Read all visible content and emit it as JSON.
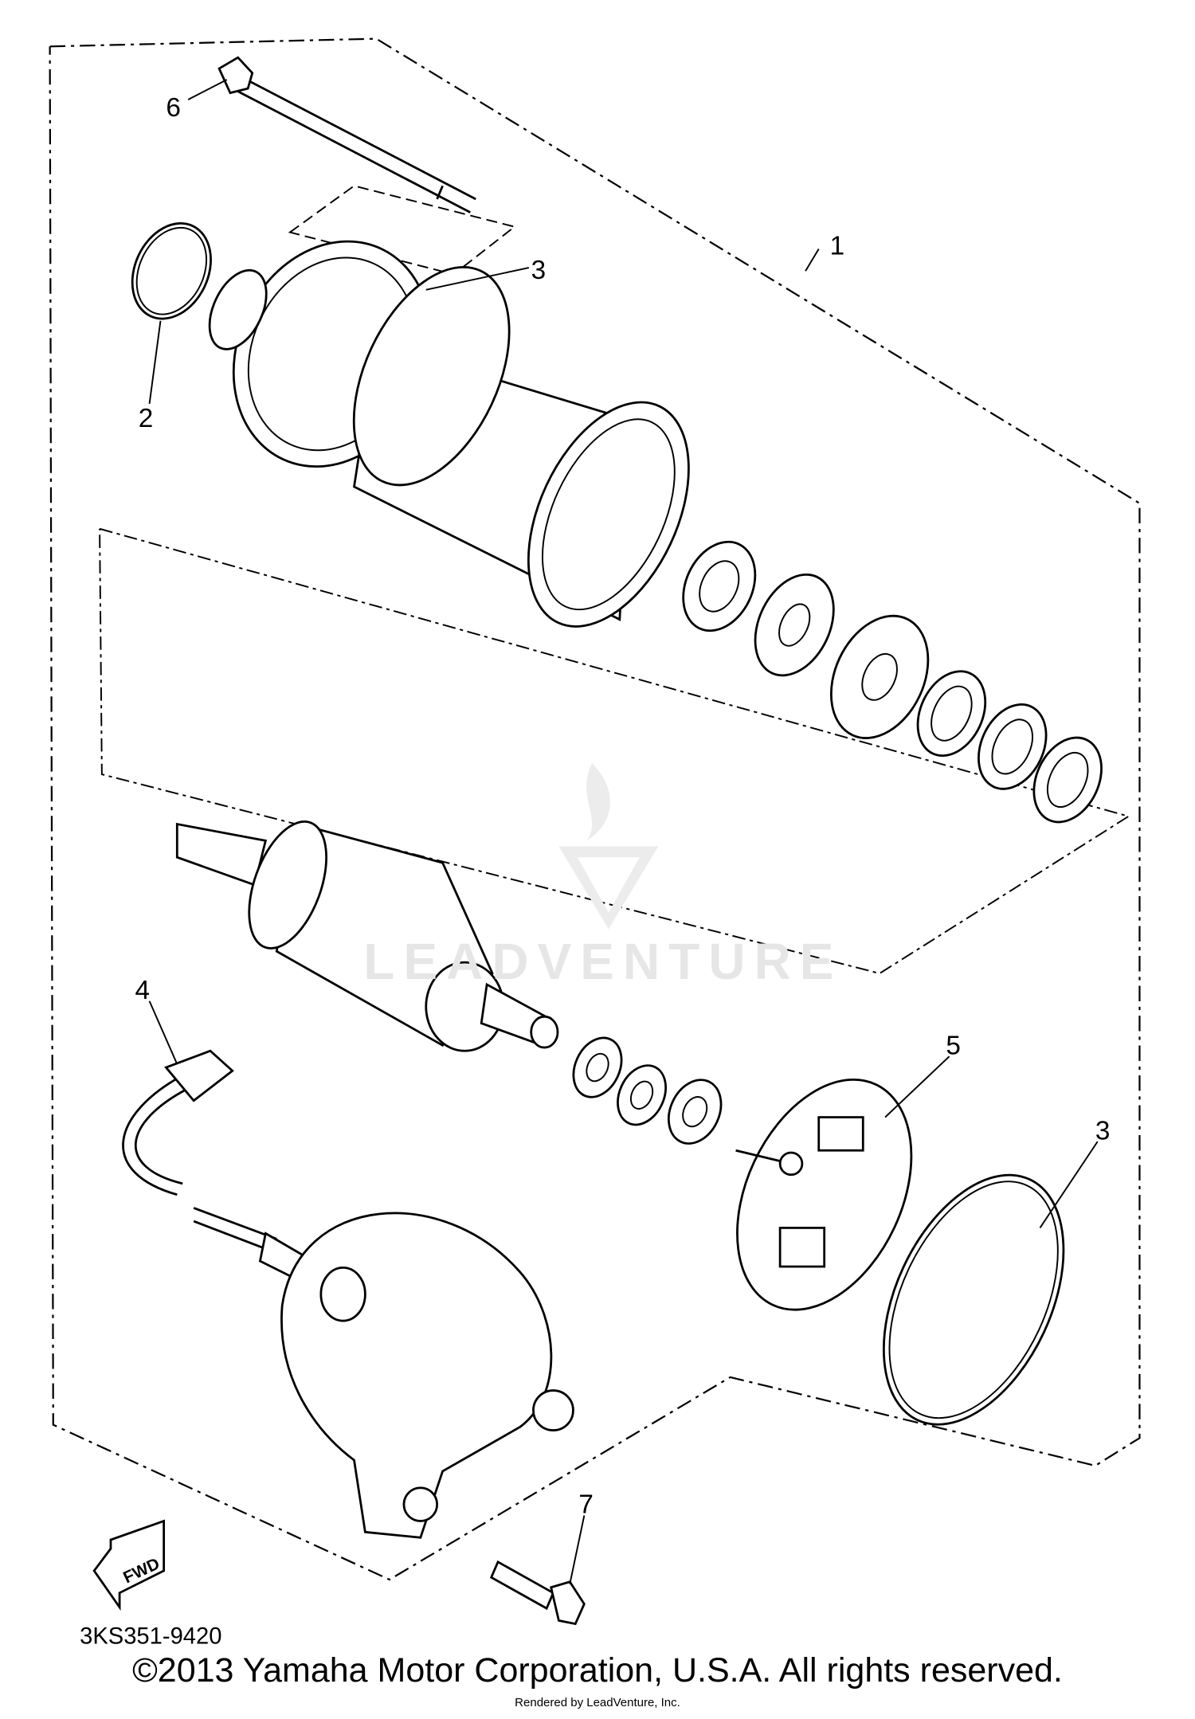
{
  "diagram": {
    "callouts": [
      "1",
      "2",
      "3",
      "4",
      "5",
      "6",
      "7",
      "3"
    ],
    "fwd_label": "FWD",
    "part_code": "3KS351-9420",
    "watermark": "LEADVENTURE",
    "copyright": "©2013 Yamaha Motor Corporation, U.S.A. All rights reserved.",
    "rendered_by": "Rendered by LeadVenture, Inc."
  }
}
